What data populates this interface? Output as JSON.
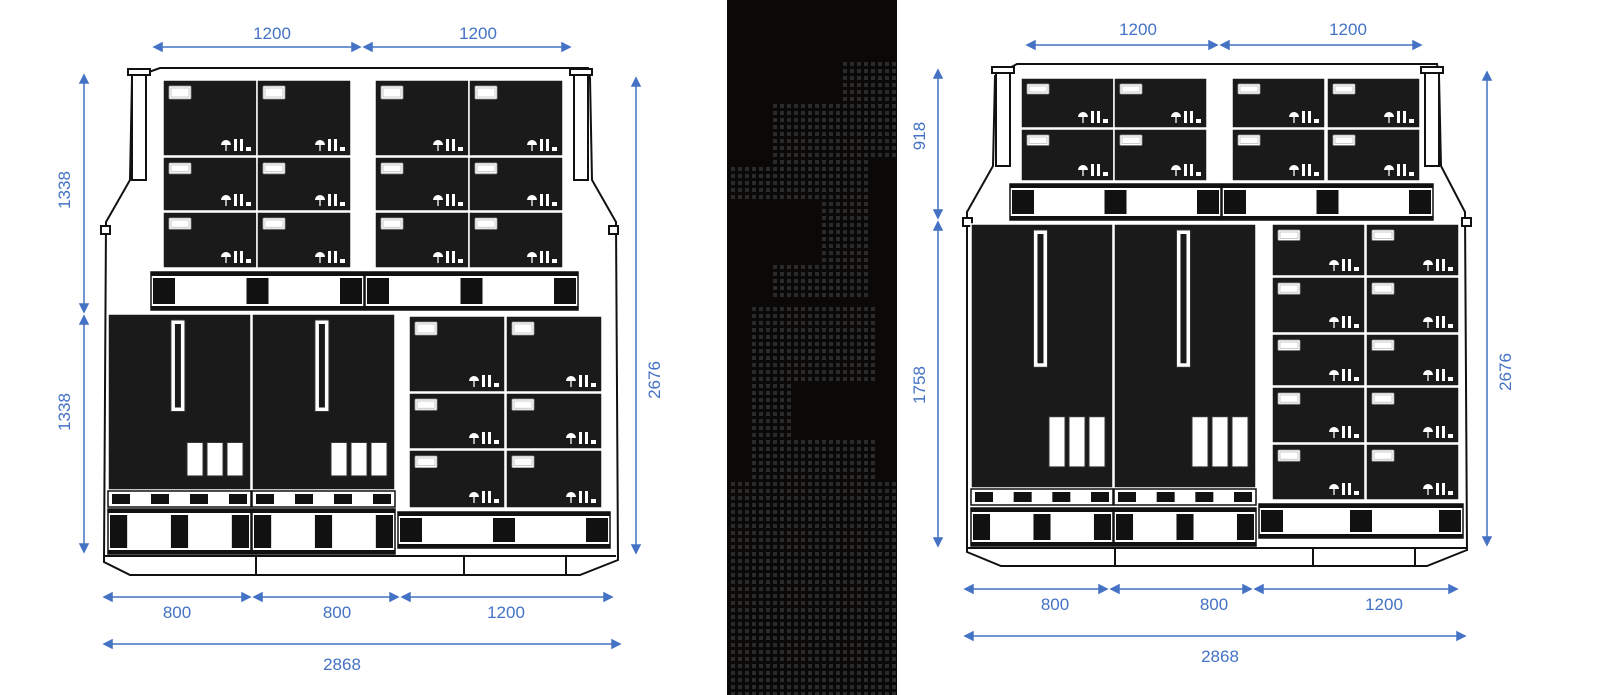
{
  "colors": {
    "dimension": "#4472c4",
    "cargo": "#1a1a1a",
    "outline": "#111111",
    "background": "#ffffff",
    "divider": "#0b0908",
    "divider_pattern": "#2a2a2a"
  },
  "icons": {
    "package_symbols": "umbrella-and-arrows-handling-icon",
    "box_label": "label-tag-icon"
  },
  "left_diagram": {
    "dims": {
      "top_left": "1200",
      "top_right": "1200",
      "left_upper": "1338",
      "left_lower": "1338",
      "right_total": "2676",
      "bottom_a": "800",
      "bottom_b": "800",
      "bottom_c": "1200",
      "bottom_total": "2868"
    }
  },
  "right_diagram": {
    "dims": {
      "top_left": "1200",
      "top_right": "1200",
      "left_upper": "918",
      "left_lower": "1758",
      "right_total": "2676",
      "bottom_a": "800",
      "bottom_b": "800",
      "bottom_c": "1200",
      "bottom_total": "2868"
    }
  }
}
